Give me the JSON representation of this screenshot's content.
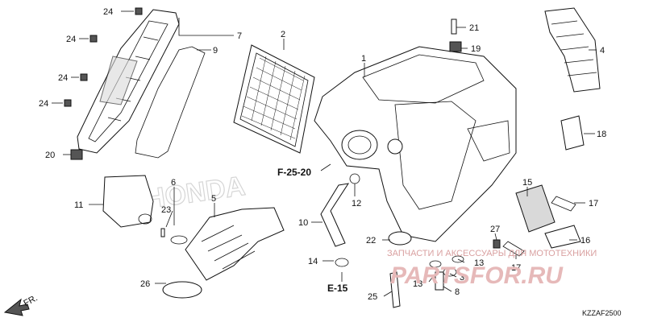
{
  "callouts": [
    {
      "id": "c24a",
      "text": "24"
    },
    {
      "id": "c24b",
      "text": "24"
    },
    {
      "id": "c24c",
      "text": "24"
    },
    {
      "id": "c24d",
      "text": "24"
    },
    {
      "id": "c7",
      "text": "7"
    },
    {
      "id": "c9",
      "text": "9"
    },
    {
      "id": "c2",
      "text": "2"
    },
    {
      "id": "c1",
      "text": "1"
    },
    {
      "id": "c21",
      "text": "21"
    },
    {
      "id": "c19",
      "text": "19"
    },
    {
      "id": "c4",
      "text": "4"
    },
    {
      "id": "c18",
      "text": "18"
    },
    {
      "id": "c20",
      "text": "20"
    },
    {
      "id": "c11",
      "text": "11"
    },
    {
      "id": "c6",
      "text": "6"
    },
    {
      "id": "c23",
      "text": "23"
    },
    {
      "id": "c5",
      "text": "5"
    },
    {
      "id": "c26",
      "text": "26"
    },
    {
      "id": "c12",
      "text": "12"
    },
    {
      "id": "c10",
      "text": "10"
    },
    {
      "id": "c14",
      "text": "14"
    },
    {
      "id": "c22",
      "text": "22"
    },
    {
      "id": "c15",
      "text": "15"
    },
    {
      "id": "c17a",
      "text": "17"
    },
    {
      "id": "c16",
      "text": "16"
    },
    {
      "id": "c27",
      "text": "27"
    },
    {
      "id": "c17b",
      "text": "17"
    },
    {
      "id": "c13a",
      "text": "13"
    },
    {
      "id": "c13b",
      "text": "13"
    },
    {
      "id": "c3",
      "text": "3"
    },
    {
      "id": "c8",
      "text": "8"
    },
    {
      "id": "c25",
      "text": "25"
    }
  ],
  "refs": {
    "f25_20": "F-25-20",
    "e15": "E-15"
  },
  "front_marker": "FR.",
  "diagram_code": "KZZAF2500",
  "watermark": {
    "line1": "ЗАПЧАСТИ И АКСЕССУАРЫ ДЛЯ МОТОТЕХНИКИ",
    "line2": "PARTSFOR.RU"
  },
  "brand_text": "HONDA"
}
